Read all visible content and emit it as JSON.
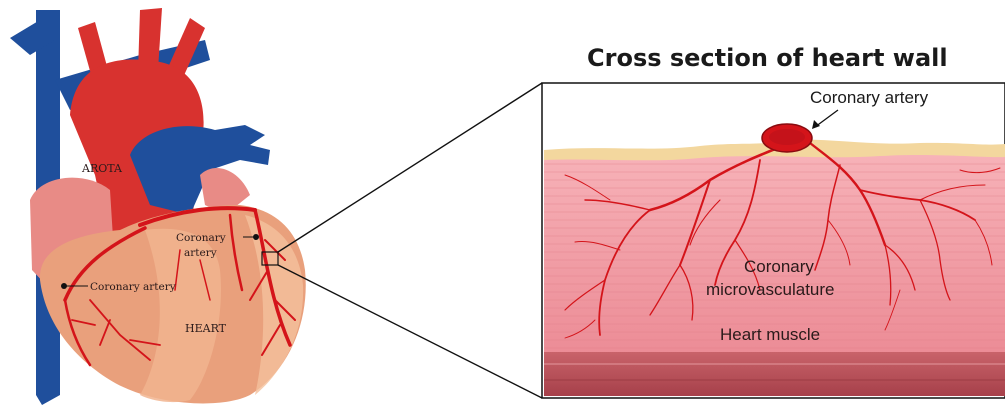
{
  "title": "Cross section of heart wall",
  "heart_labels": {
    "aorta": "AROTA",
    "coronary_artery_upper_line1": "Coronary",
    "coronary_artery_upper_line2": "artery",
    "coronary_artery_left": "Coronary artery",
    "heart": "HEART"
  },
  "cross_section_labels": {
    "coronary_artery": "Coronary artery",
    "microvasculature_line1": "Coronary",
    "microvasculature_line2": "microvasculature",
    "heart_muscle": "Heart muscle"
  },
  "colors": {
    "vein_blue": "#1f4f9c",
    "aorta_red": "#d8322f",
    "heart_muscle": "#e9a07c",
    "artery_red": "#d4141a",
    "muscle_pink": "#f2a3ab",
    "fat_yellow": "#f3d79e",
    "outline": "#222222"
  }
}
